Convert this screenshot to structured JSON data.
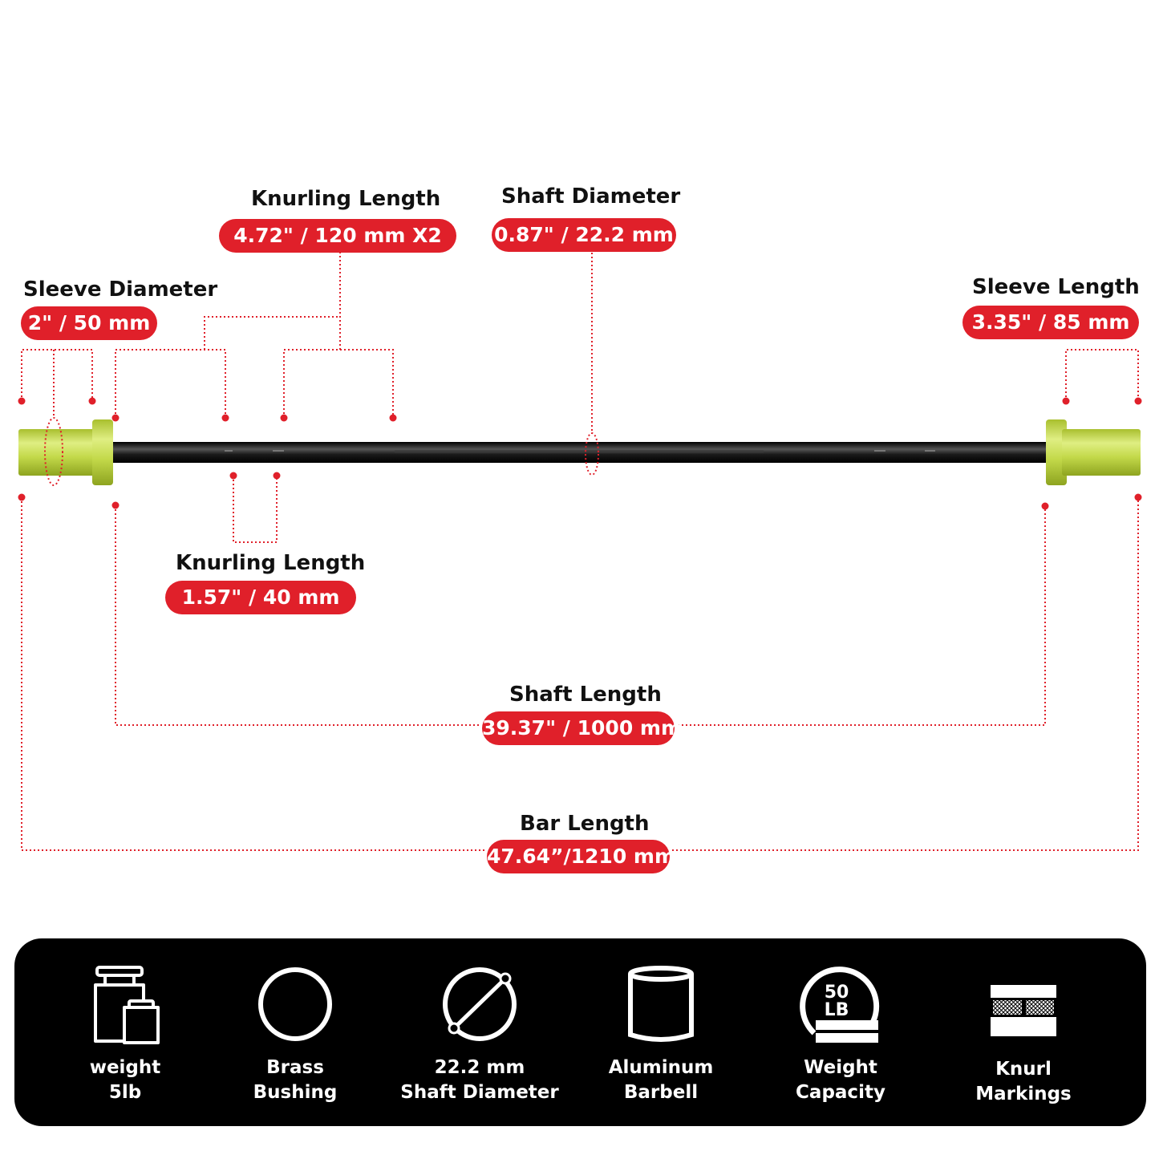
{
  "colors": {
    "accent": "#e0202a",
    "sleeve": "#c3d94a",
    "shaft": "#1a1a1a",
    "panel": "#000000"
  },
  "callouts": {
    "knurling_top": {
      "title": "Knurling Length",
      "value": "4.72\" / 120 mm  X2"
    },
    "shaft_diameter": {
      "title": "Shaft Diameter",
      "value": "0.87\" / 22.2 mm"
    },
    "sleeve_diameter": {
      "title": "Sleeve Diameter",
      "value": "2\" / 50 mm"
    },
    "sleeve_length": {
      "title": "Sleeve Length",
      "value": "3.35\" / 85 mm"
    },
    "knurling_bottom": {
      "title": "Knurling Length",
      "value": "1.57\" / 40 mm"
    },
    "shaft_length": {
      "title": "Shaft Length",
      "value": "39.37\" / 1000 mm"
    },
    "bar_length": {
      "title": "Bar Length",
      "value": "47.64”/1210 mm"
    }
  },
  "features": [
    {
      "icon": "weight-icon",
      "line1": "weight",
      "line2": "5lb"
    },
    {
      "icon": "ring-icon",
      "line1": "Brass",
      "line2": "Bushing"
    },
    {
      "icon": "diameter-icon",
      "line1": "22.2 mm",
      "line2": "Shaft Diameter"
    },
    {
      "icon": "cylinder-icon",
      "line1": "Aluminum",
      "line2": "Barbell"
    },
    {
      "icon": "capacity-icon",
      "line1": "Weight",
      "line2": "Capacity",
      "badge_top": "50",
      "badge_bottom": "LB"
    },
    {
      "icon": "knurl-icon",
      "line1": "Knurl",
      "line2": "Markings"
    }
  ]
}
